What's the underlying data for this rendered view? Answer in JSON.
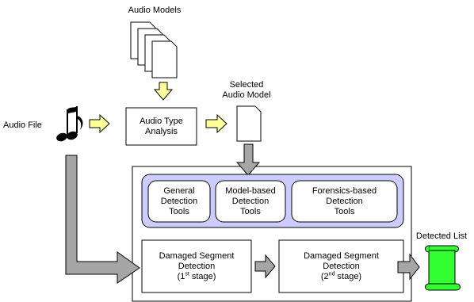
{
  "audio_models": {
    "label": "Audio Models"
  },
  "audio_file": {
    "label": "Audio File"
  },
  "selected_model": {
    "line1": "Selected",
    "line2": "Audio Model"
  },
  "type_analysis": {
    "line1": "Audio Type",
    "line2": "Analysis"
  },
  "tools": [
    {
      "line1": "General",
      "line2": "Detection",
      "line3": "Tools"
    },
    {
      "line1": "Model-based",
      "line2": "Detection",
      "line3": "Tools"
    },
    {
      "line1": "Forensics-based",
      "line2": "Detection",
      "line3": "Tools"
    }
  ],
  "stage1": {
    "line1": "Damaged Segment",
    "line2": "Detection",
    "line3_pre": "(1",
    "line3_sup": "st",
    "line3_post": " stage)"
  },
  "stage2": {
    "line1": "Damaged Segment",
    "line2": "Detection",
    "line3_pre": "(2",
    "line3_sup": "nd",
    "line3_post": " stage)"
  },
  "detected_list": {
    "label": "Detected List"
  },
  "colors": {
    "yellow_arrow": "#ffff99",
    "gray_arrow": "#a6a6a6",
    "tools_panel": "#ccccff",
    "scroll_green": "#33ff33"
  }
}
